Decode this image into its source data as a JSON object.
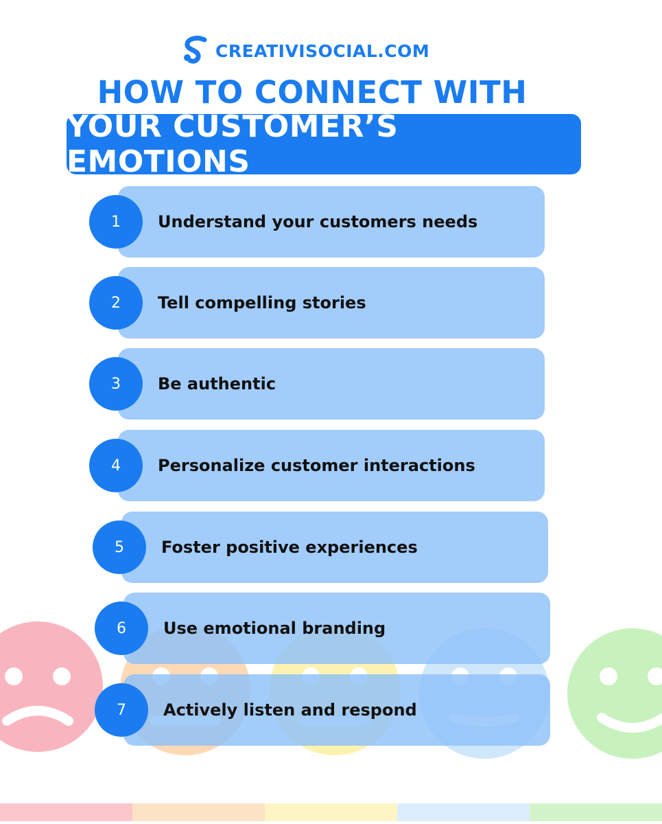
{
  "brand": {
    "text": "CREATIVISOCIAL.COM",
    "logo_icon": "swirl-s-logo-icon"
  },
  "header": {
    "title_line1": "HOW TO CONNECT WITH",
    "title_line2": "YOUR CUSTOMER’S EMOTIONS"
  },
  "steps": [
    {
      "number": "1",
      "text": "Understand your customers needs"
    },
    {
      "number": "2",
      "text": "Tell compelling stories"
    },
    {
      "number": "3",
      "text": "Be authentic"
    },
    {
      "number": "4",
      "text": "Personalize customer interactions"
    },
    {
      "number": "5",
      "text": "Foster positive experiences"
    },
    {
      "number": "6",
      "text": "Use emotional branding"
    },
    {
      "number": "7",
      "text": "Actively listen and respond"
    }
  ],
  "colors": {
    "accent": "#1a7cf0",
    "card": "#8ec1f9",
    "face_red": "#f9b5bf",
    "face_orange": "#fdd9b5",
    "face_yellow": "#fdf3b0",
    "face_blue": "#cfe7fb",
    "face_green": "#c7f2bd"
  },
  "faces": [
    "sad-face-icon",
    "neutral-face-icon",
    "neutral-face-icon",
    "slight-smile-face-icon",
    "happy-face-icon"
  ]
}
